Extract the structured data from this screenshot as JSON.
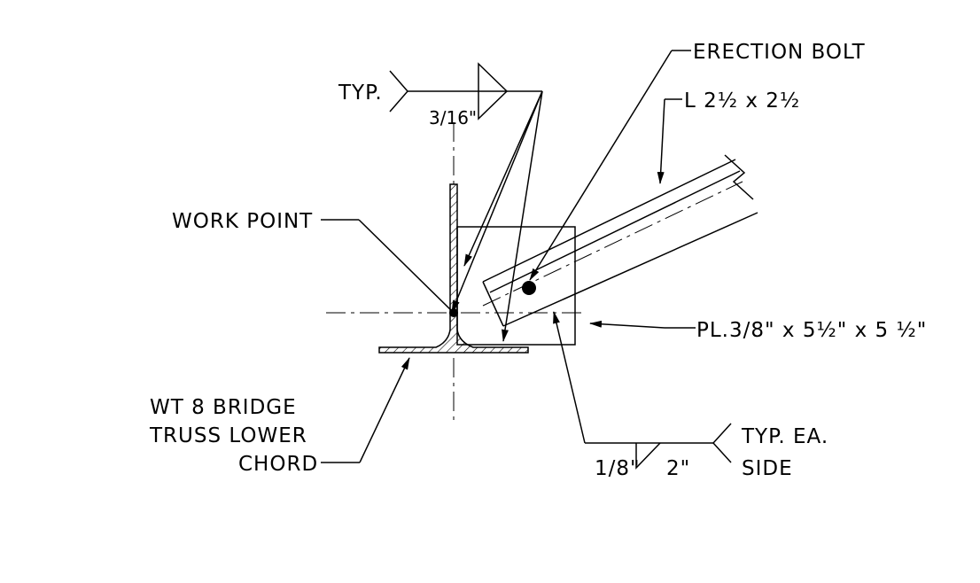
{
  "labels": {
    "erection_bolt": "ERECTION BOLT",
    "angle": "L 2½ x 2½",
    "typ_top": "TYP.",
    "weld_top_size": "3/16\"",
    "work_point": "WORK POINT",
    "plate": "PL.3/8\" x 5½\" x 5 ½\"",
    "wt_line1": "WT 8 BRIDGE",
    "wt_line2": "TRUSS LOWER",
    "wt_line3": "CHORD",
    "weld_bottom_size": "1/8\"",
    "weld_bottom_length": "2\"",
    "typ_ea": "TYP. EA.",
    "side": "SIDE"
  },
  "colors": {
    "ink": "#000000",
    "paper": "#ffffff"
  }
}
